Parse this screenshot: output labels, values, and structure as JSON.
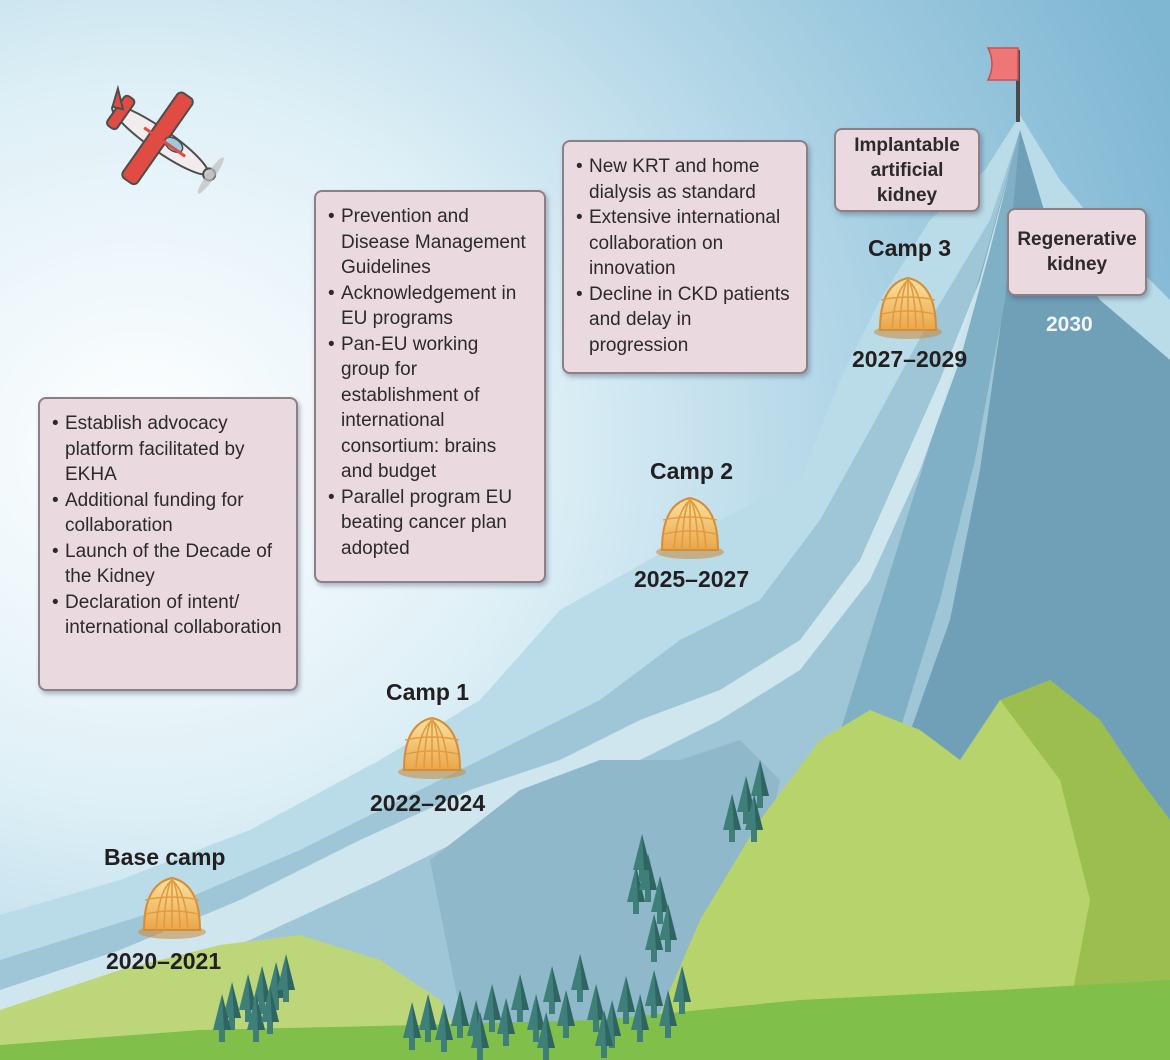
{
  "camps": [
    {
      "name": "Base camp",
      "years": "2020–2021"
    },
    {
      "name": "Camp 1",
      "years": "2022–2024"
    },
    {
      "name": "Camp 2",
      "years": "2025–2027"
    },
    {
      "name": "Camp 3",
      "years": "2027–2029"
    }
  ],
  "milestones": [
    {
      "items": [
        "Establish advocacy platform facilitated by EKHA",
        "Additional funding for collaboration",
        "Launch of the Decade of the Kidney",
        "Declaration of intent/ international collaboration"
      ]
    },
    {
      "items": [
        "Prevention and Disease Management Guidelines",
        "Acknowledgement in EU programs",
        "Pan-EU working group for establishment of international consortium: brains and budget",
        "Parallel program EU beating cancer plan adopted"
      ]
    },
    {
      "items": [
        "New KRT and home dialysis as standard",
        "Extensive international collaboration on innovation",
        "Decline in CKD patients and delay in progression"
      ]
    }
  ],
  "summit": {
    "goals": [
      "Implantable\nartificial kidney",
      "Regenerative\nkidney"
    ],
    "year": "2030"
  }
}
